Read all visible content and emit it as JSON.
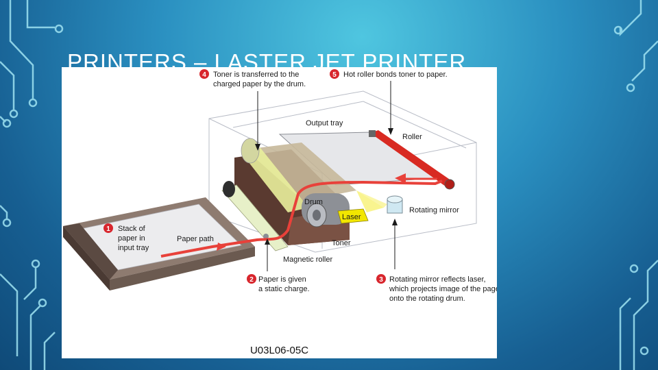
{
  "title": "PRINTERS – LASTER JET PRINTER",
  "figure": {
    "caption": "U03L06-05C",
    "steps": [
      {
        "number": "1",
        "lines": [
          "Stack of",
          "paper in",
          "input tray"
        ]
      },
      {
        "number": "2",
        "lines": [
          "Paper is given",
          "a static charge."
        ]
      },
      {
        "number": "3",
        "lines": [
          "Rotating mirror reflects laser,",
          "which projects image of the page",
          "onto the rotating drum."
        ]
      },
      {
        "number": "4",
        "lines": [
          "Toner is transferred to the",
          "charged paper by the drum."
        ]
      },
      {
        "number": "5",
        "lines": [
          "Hot roller bonds toner to paper."
        ]
      }
    ],
    "labels": {
      "output_tray": "Output tray",
      "roller": "Roller",
      "drum": "Drum",
      "laser": "Laser",
      "rotating_mirror": "Rotating mirror",
      "toner": "Toner",
      "paper_path": "Paper path",
      "magnetic_roller": "Magnetic roller"
    },
    "colors": {
      "step_badge": "#d8262d",
      "paper_path": "#e8413a",
      "laser_beam": "#f2e600",
      "roller": "#d82a22"
    }
  }
}
